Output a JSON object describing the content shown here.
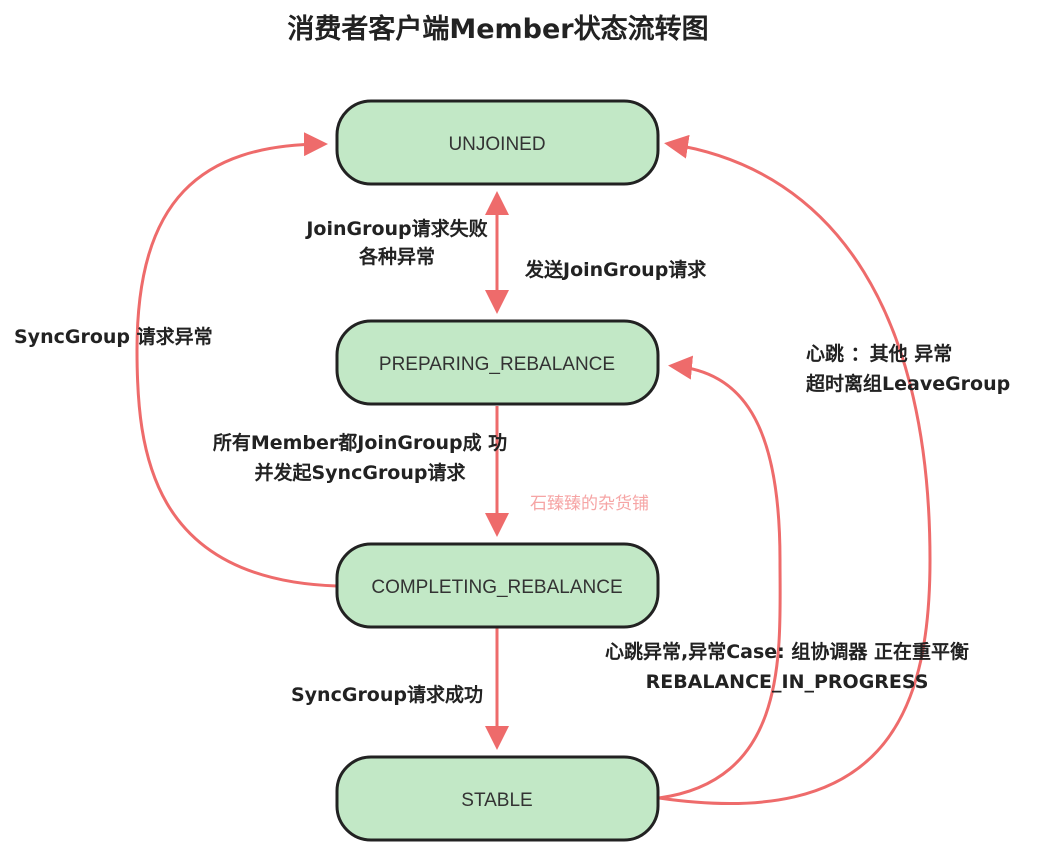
{
  "title": "消费者客户端Member状态流转图",
  "states": {
    "unjoined": "UNJOINED",
    "preparing": "PREPARING_REBALANCE",
    "completing": "COMPLETING_REBALANCE",
    "stable": "STABLE"
  },
  "transitions": {
    "send_join": "发送JoinGroup请求",
    "join_fail_1": "JoinGroup请求失败",
    "join_fail_2": "各种异常",
    "all_joined_1": "所有Member都JoinGroup成  功",
    "all_joined_2": "并发起SyncGroup请求",
    "sync_success": "SyncGroup请求成功",
    "sync_error": "SyncGroup  请求异常",
    "heartbeat_rebalance_1": "心跳异常,异常Case: 组协调器 正在重平衡",
    "heartbeat_rebalance_2": "REBALANCE_IN_PROGRESS",
    "heartbeat_other_1": "心跳 ：其他    异常",
    "heartbeat_other_2": "超时离组LeaveGroup"
  },
  "watermark": "石臻臻的杂货铺",
  "colors": {
    "state_fill": "#c2e8c6",
    "state_border": "#222222",
    "arrow": "#ee6b6b",
    "watermark": "#f6a5a5"
  }
}
